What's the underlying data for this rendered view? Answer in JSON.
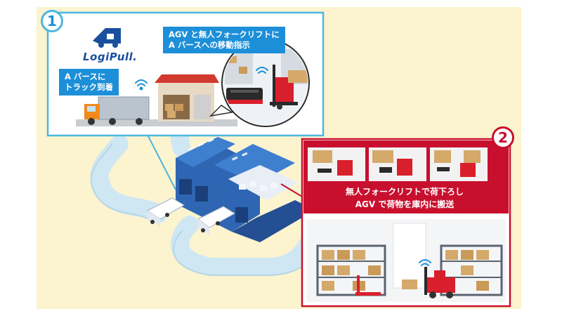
{
  "brand": {
    "name": "LogiPull.",
    "mark_icon": "logipull-truck-logo"
  },
  "step1": {
    "number": "1",
    "truck_arrival_label": [
      "A バースに",
      "トラック到着"
    ],
    "instruction_label": [
      "AGV と無人フォークリフトに",
      "A バースへの移動指示"
    ]
  },
  "step2": {
    "number": "2",
    "caption": [
      "無人フォークリフトで荷下ろし",
      "AGV で荷物を庫内に搬送"
    ]
  },
  "colors": {
    "panel1_border": "#4cb6e0",
    "panel2_border": "#c8102e",
    "label_blue": "#1d8fd8",
    "background_yellow": "#fbf4cf",
    "road": "#cfe7f3",
    "warehouse_roof": "#2f66b3",
    "forklift_red": "#d91f2b"
  },
  "icons": [
    "wifi-signal-icon",
    "truck-icon",
    "forklift-icon",
    "agv-robot-icon",
    "warehouse-icon"
  ]
}
